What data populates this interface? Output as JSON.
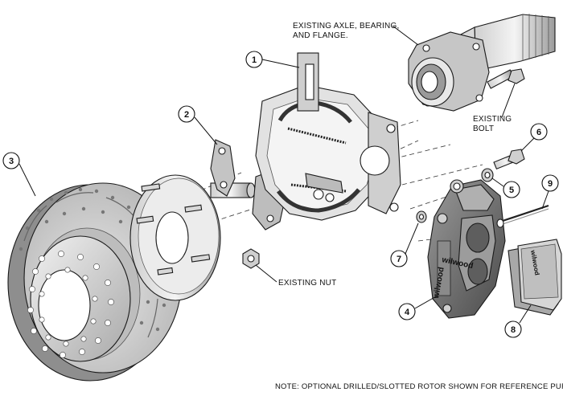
{
  "callouts": {
    "c1": "1",
    "c2": "2",
    "c3": "3",
    "c4": "4",
    "c5": "5",
    "c6": "6",
    "c7": "7",
    "c8": "8",
    "c9": "9"
  },
  "labels": {
    "axle_line1": "EXISTING AXLE, BEARING,",
    "axle_line2": "AND FLANGE.",
    "bolt_line1": "EXISTING",
    "bolt_line2": "BOLT",
    "nut": "EXISTING NUT"
  },
  "note": "NOTE: OPTIONAL DRILLED/SLOTTED ROTOR SHOWN FOR REFERENCE PURPOSES",
  "logo_text": "wilwood",
  "colors": {
    "rotor_face": "#d4d4d4",
    "rotor_edge": "#8a8a8a",
    "caliper": "#7a7a7a",
    "bracket": "#b3b3b3",
    "line": "#111111"
  }
}
